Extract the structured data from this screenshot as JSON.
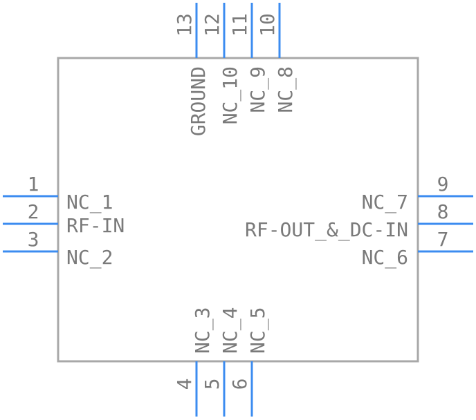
{
  "colors": {
    "pin": "#3c8cf0",
    "body": "#a8a8a8",
    "text": "#7a7a7a"
  },
  "pins": {
    "left": [
      {
        "number": "1",
        "name": "NC_1"
      },
      {
        "number": "2",
        "name": "RF-IN"
      },
      {
        "number": "3",
        "name": "NC_2"
      }
    ],
    "right": [
      {
        "number": "9",
        "name": "NC_7"
      },
      {
        "number": "8",
        "name": "RF-OUT_&_DC-IN"
      },
      {
        "number": "7",
        "name": "NC_6"
      }
    ],
    "top": [
      {
        "number": "13",
        "name": "GROUND"
      },
      {
        "number": "12",
        "name": "NC_10"
      },
      {
        "number": "11",
        "name": "NC_9"
      },
      {
        "number": "10",
        "name": "NC_8"
      }
    ],
    "bottom": [
      {
        "number": "4",
        "name": "NC_3"
      },
      {
        "number": "5",
        "name": "NC_4"
      },
      {
        "number": "6",
        "name": "NC_5"
      }
    ]
  }
}
